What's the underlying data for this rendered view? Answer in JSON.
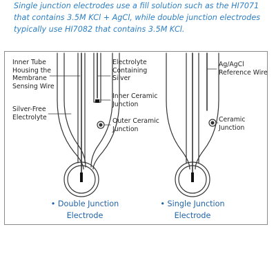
{
  "intro": {
    "lines": [
      "Single junction electrodes use a fill solution such as the HI7071",
      "that contains 3.5M KCl + AgCl, while double junction electrodes",
      "typically use HI7082 that contains 3.5M KCl."
    ]
  },
  "diagram": {
    "labels": {
      "inner_tube": [
        "Inner Tube",
        "Housing the",
        "Membrane",
        "Sensing Wire"
      ],
      "silver_free": [
        "Silver-Free",
        "Electrolyte"
      ],
      "electrolyte_silver": [
        "Electrolyte",
        "Containing",
        "Silver"
      ],
      "inner_ceramic": [
        "Inner Ceramic",
        "Junction"
      ],
      "outer_ceramic": [
        "Outer Ceramic",
        "Junction"
      ],
      "agagcl": [
        "Ag/AgCl",
        "Reference Wire"
      ],
      "ceramic": [
        "Ceramic",
        "Junction"
      ]
    },
    "captions": {
      "double": [
        "• Double Junction",
        "Electrode"
      ],
      "single": [
        "• Single Junction",
        "Electrode"
      ]
    },
    "colors": {
      "text_blue": "#2c7fc4",
      "caption_blue": "#1f62a8",
      "line": "#333333"
    }
  }
}
